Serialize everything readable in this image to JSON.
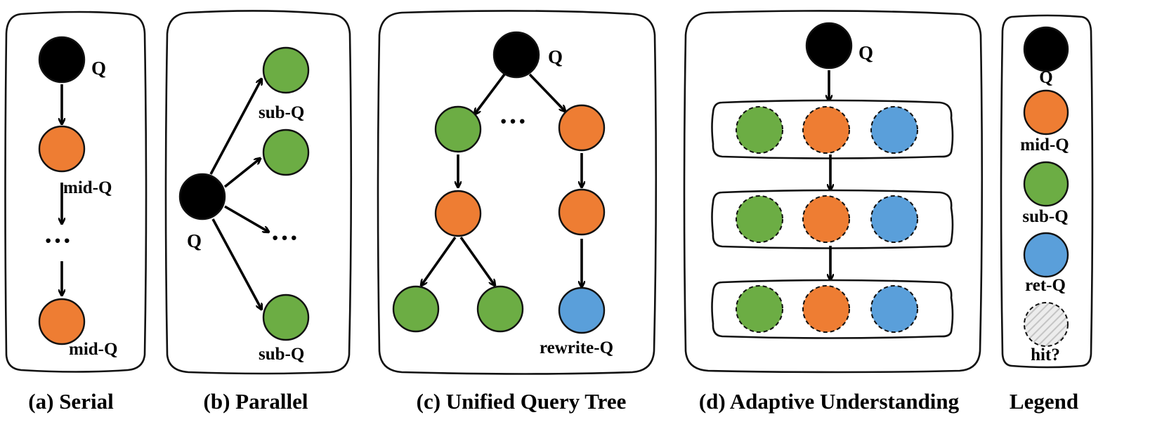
{
  "colors": {
    "q": "#000000",
    "mid_q": "#ee7d33",
    "sub_q": "#6cad44",
    "ret_q": "#5a9fda",
    "hit": "#d4d4d4"
  },
  "panels": {
    "serial": {
      "caption": "(a) Serial",
      "q_label": "Q",
      "mid_label_1": "mid-Q",
      "ellipsis": "···",
      "mid_label_2": "mid-Q"
    },
    "parallel": {
      "caption": "(b) Parallel",
      "q_label": "Q",
      "sub_label_top": "sub-Q",
      "ellipsis": "···",
      "sub_label_bottom": "sub-Q"
    },
    "tree": {
      "caption": "(c) Unified Query Tree",
      "q_label": "Q",
      "ellipsis": "···",
      "rewrite_label": "rewrite-Q"
    },
    "adaptive": {
      "caption": "(d) Adaptive Understanding",
      "q_label": "Q"
    },
    "legend": {
      "caption": "Legend",
      "items": [
        {
          "label": "Q",
          "kind": "q"
        },
        {
          "label": "mid-Q",
          "kind": "mid_q"
        },
        {
          "label": "sub-Q",
          "kind": "sub_q"
        },
        {
          "label": "ret-Q",
          "kind": "ret_q"
        },
        {
          "label": "hit?",
          "kind": "hit"
        }
      ]
    }
  }
}
